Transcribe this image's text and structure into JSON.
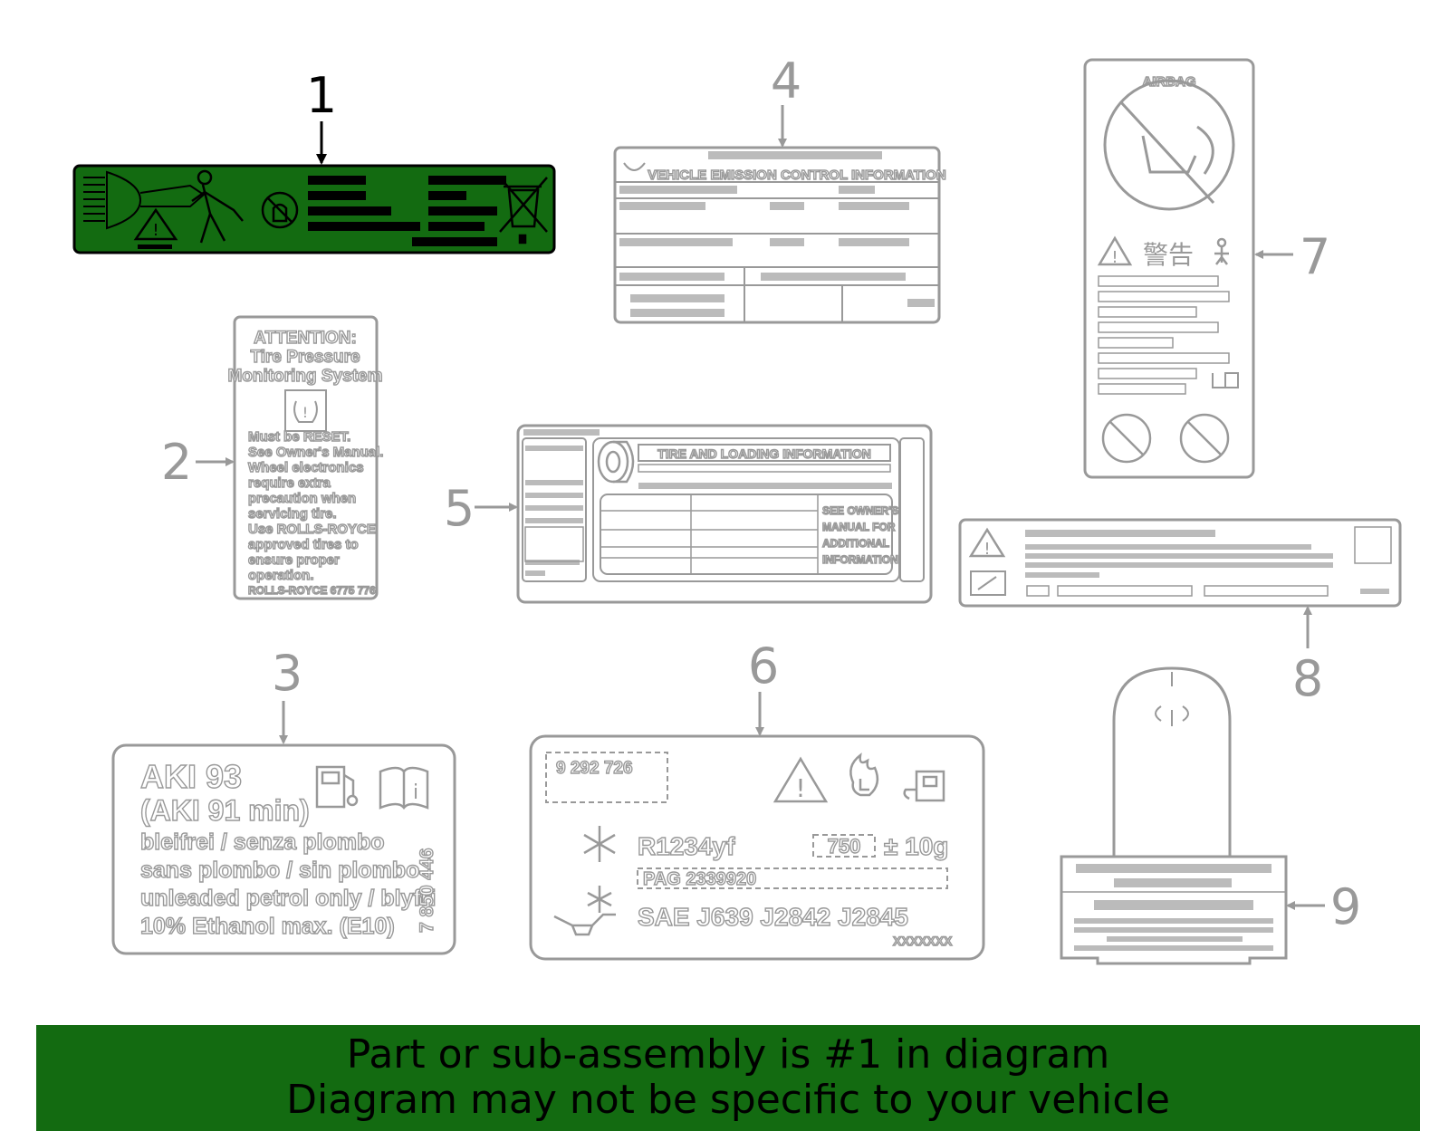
{
  "callouts": {
    "c1": "1",
    "c2": "2",
    "c3": "3",
    "c4": "4",
    "c5": "5",
    "c6": "6",
    "c7": "7",
    "c8": "8",
    "c9": "9"
  },
  "label2": {
    "line1": "ATTENTION:",
    "line2": "Tire Pressure",
    "line3": "Monitoring System",
    "body1": "Must be RESET.",
    "body2": "See Owner's Manual.",
    "body3": "Wheel electronics",
    "body4": "require extra",
    "body5": "precaution when",
    "body6": "servicing tire.",
    "body7": "Use ROLLS-ROYCE",
    "body8": "approved tires to",
    "body9": "ensure proper",
    "body10": "operation.",
    "part": "ROLLS-ROYCE 6775 776"
  },
  "label3": {
    "line1": "AKI 93",
    "line2": "(AKI 91 min)",
    "line3": "bleifrei / senza plombo",
    "line4": "sans plombo / sin plombo",
    "line5": "unleaded petrol only / blyfri",
    "line6": "10% Ethanol max. (E10)",
    "part": "7 850 446"
  },
  "label4": {
    "title": "VEHICLE EMISSION CONTROL INFORMATION"
  },
  "label5": {
    "title": "TIRE AND LOADING INFORMATION",
    "side1": "SEE OWNER'S",
    "side2": "MANUAL FOR",
    "side3": "ADDITIONAL",
    "side4": "INFORMATION"
  },
  "label6": {
    "part": "9 292 726",
    "refrigerant": "R1234yf",
    "amount": "750",
    "tolerance": "± 10g",
    "oil": "PAG 2339920",
    "standards": "SAE J639 J2842 J2845",
    "code": "XXXXXXX"
  },
  "label7": {
    "airbag": "AIRBAG",
    "warning": "警告"
  },
  "footer": {
    "line1": "Part or sub-assembly is #1 in diagram",
    "line2": "Diagram may not be specific to your vehicle"
  },
  "colors": {
    "highlight": "#136b11",
    "outline": "#999999",
    "active": "#000000"
  }
}
